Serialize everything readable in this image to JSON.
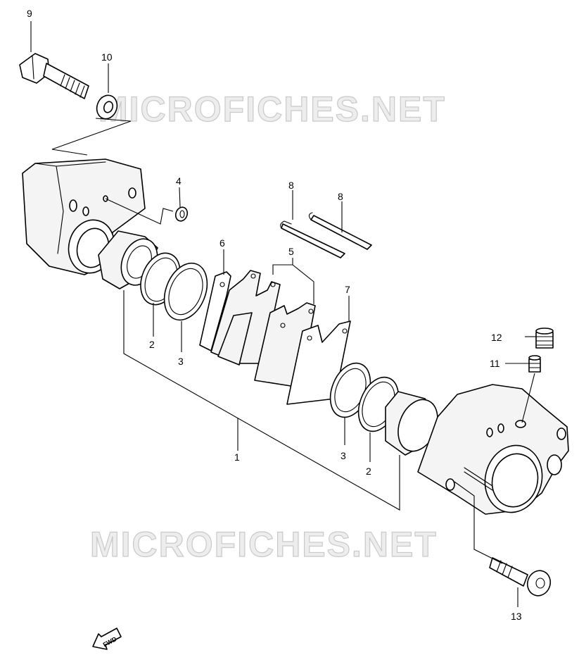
{
  "watermark": "MICROFICHES.NET",
  "fwd_label": "FWD",
  "callouts": {
    "c1": "1",
    "c2a": "2",
    "c2b": "2",
    "c3a": "3",
    "c3b": "3",
    "c4": "4",
    "c5": "5",
    "c6": "6",
    "c7": "7",
    "c8a": "8",
    "c8b": "8",
    "c9": "9",
    "c10": "10",
    "c11": "11",
    "c12": "12",
    "c13": "13"
  }
}
